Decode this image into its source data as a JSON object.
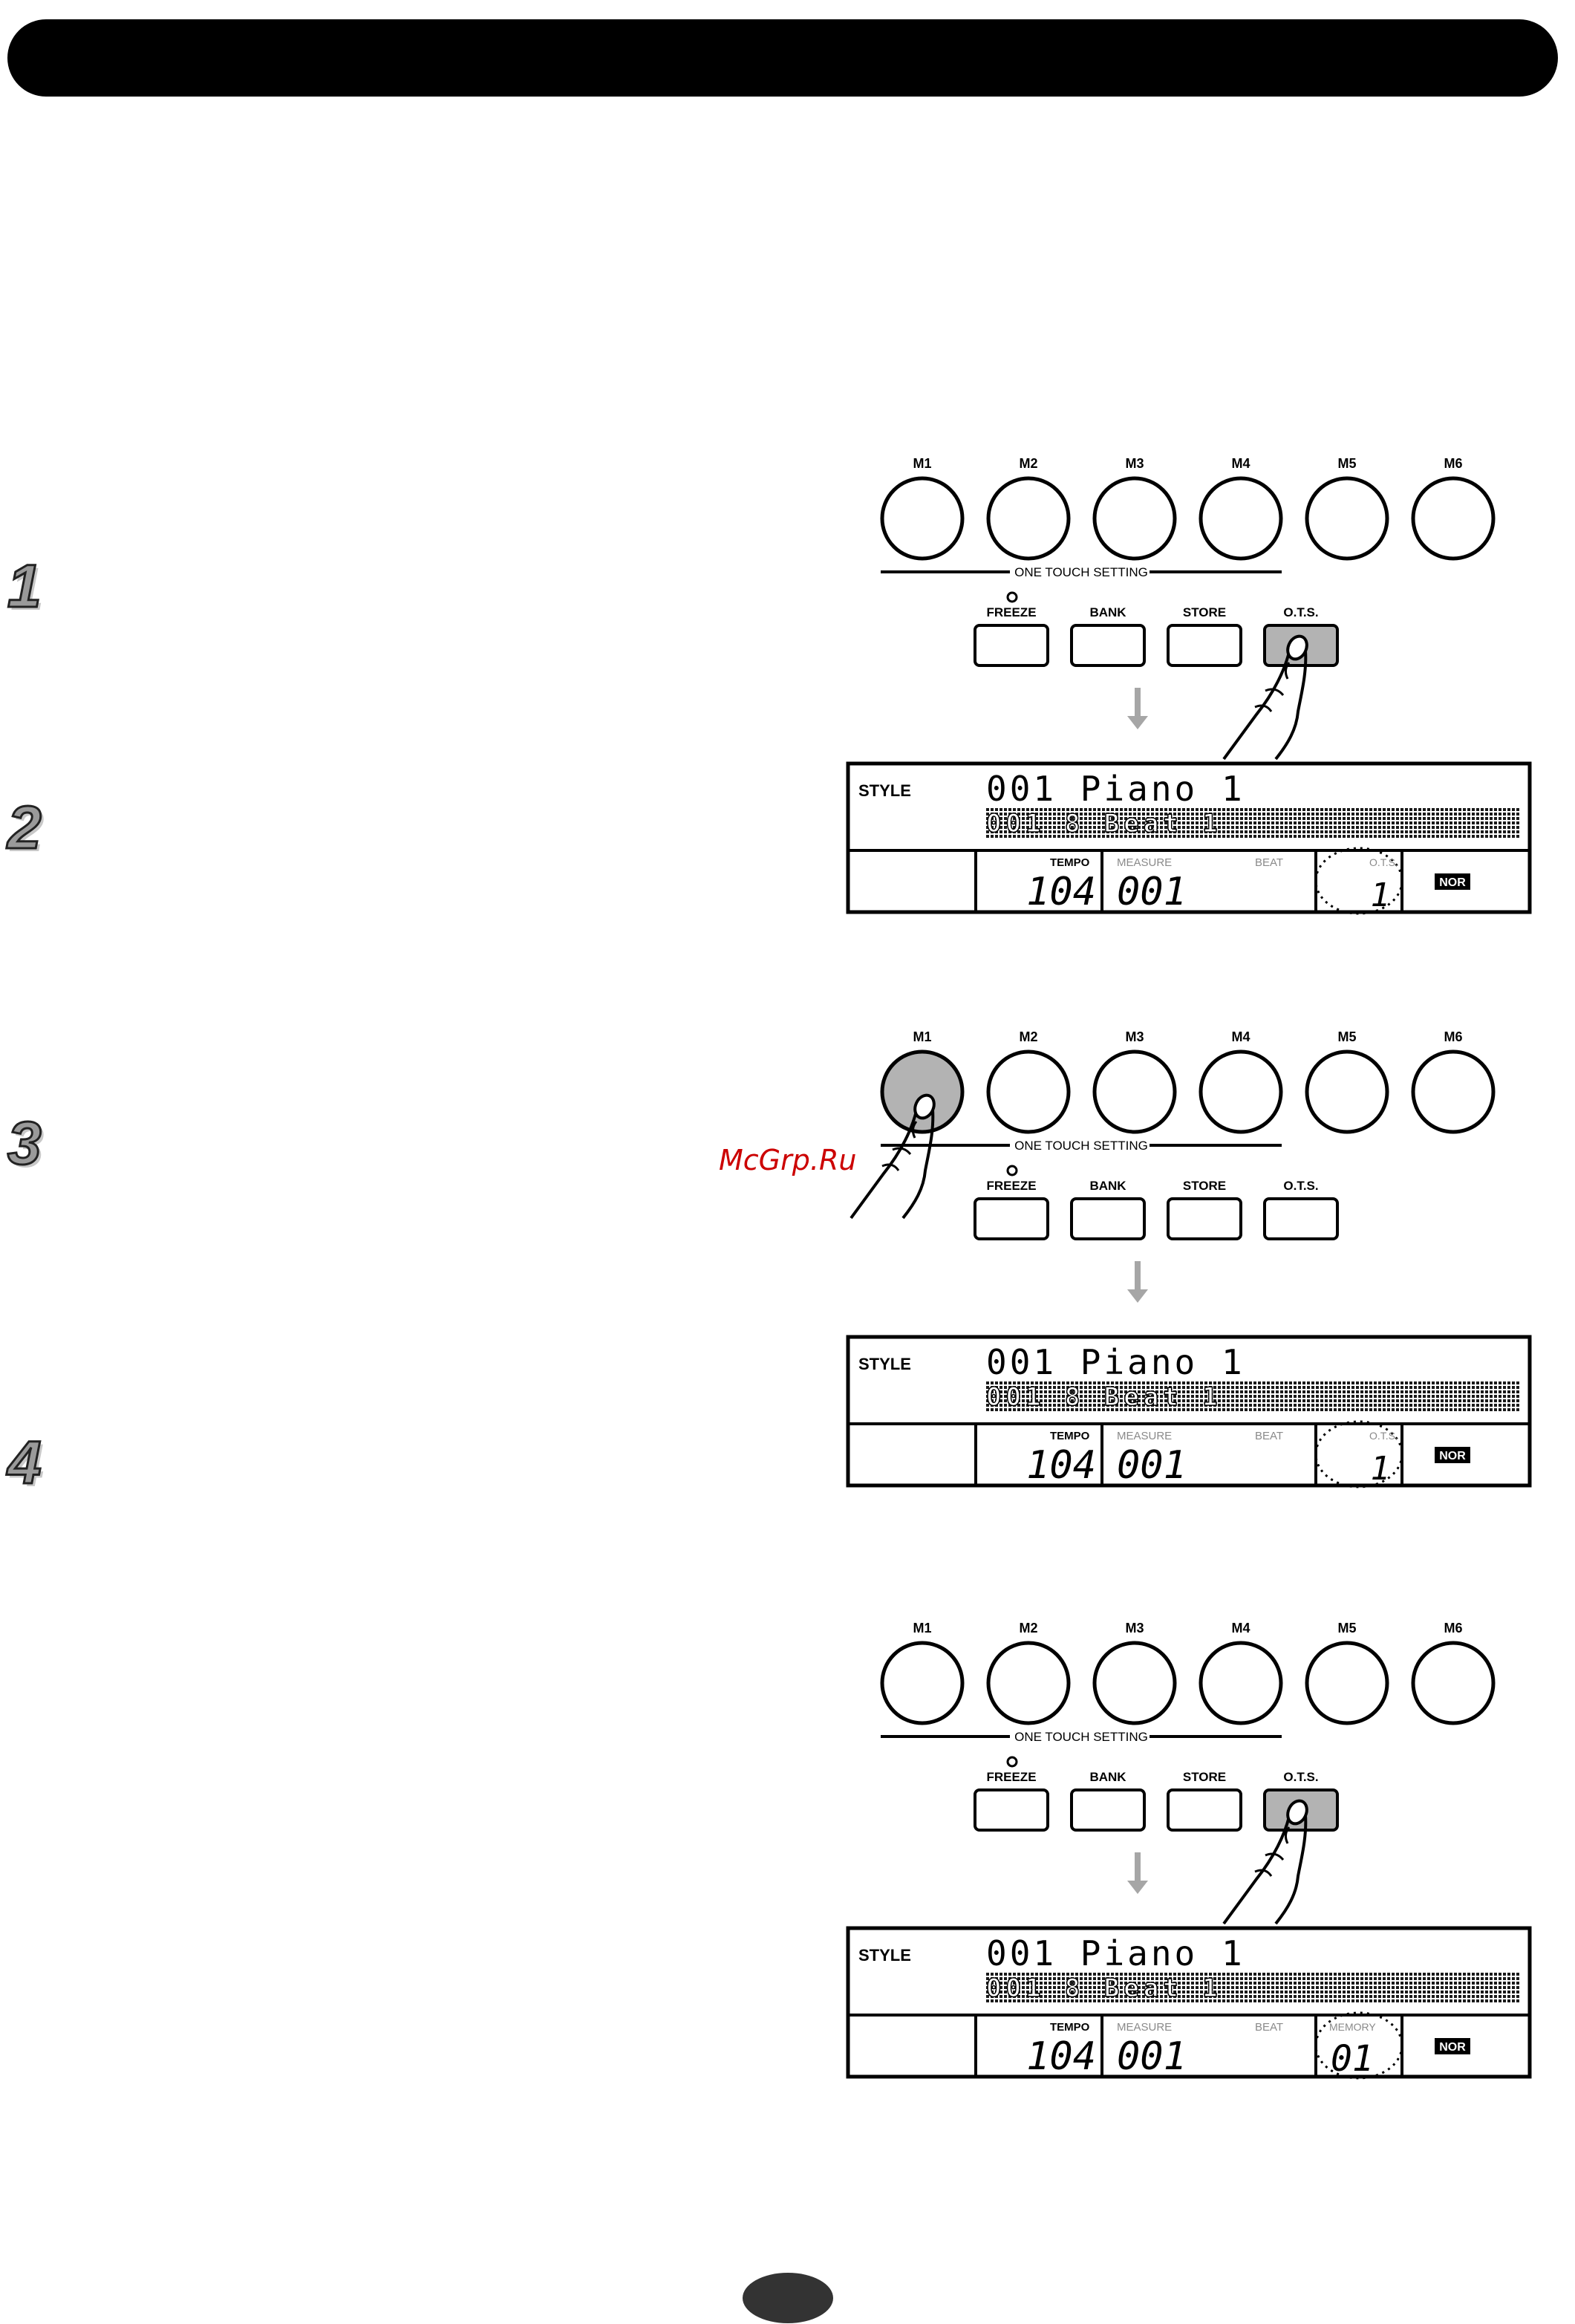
{
  "memory_buttons": [
    "M1",
    "M2",
    "M3",
    "M4",
    "M5",
    "M6"
  ],
  "ots_group_label": "ONE TOUCH SETTING",
  "function_buttons": [
    "FREEZE",
    "BANK",
    "STORE",
    "O.T.S."
  ],
  "steps": [
    "1",
    "2",
    "3",
    "4"
  ],
  "watermark": "McGrp.Ru",
  "lcd": {
    "style_label": "STYLE",
    "style_line": "001 Piano 1",
    "sub_line": "001 8 Beat 1",
    "tempo_label": "TEMPO",
    "tempo_value": "104",
    "measure_label": "MEASURE",
    "measure_value": "001",
    "beat_label": "BEAT",
    "ots_label": "O.T.S.",
    "ots_value": "1",
    "memory_label": "MEMORY",
    "memory_value": "01",
    "nor_badge": "NOR"
  },
  "panels": [
    {
      "pressed_button": "O.T.S.",
      "lcd_right": "ots"
    },
    {
      "pressed_button": "M1",
      "lcd_right": "ots"
    },
    {
      "pressed_button": "O.T.S.",
      "lcd_right": "memory"
    }
  ],
  "colors": {
    "pressed": "#b3b3b3",
    "ink": "#000000",
    "arrow": "#a6a6a6"
  }
}
